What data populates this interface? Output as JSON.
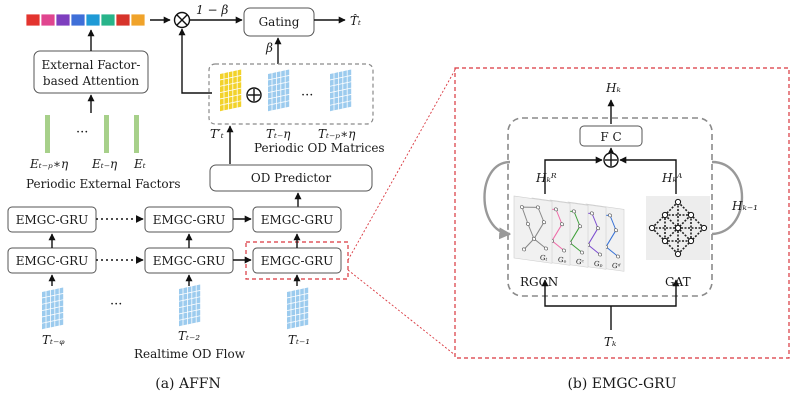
{
  "colors": {
    "arrow": "#111111",
    "box_border": "#555555",
    "dashed_red": "#d9363e",
    "dashed_gray": "#8a8a8a",
    "od_blue": "#9ccbee",
    "od_yellow": "#f2d22a",
    "factor_green": "#a7d08a",
    "band": [
      "#e3342f",
      "#e0458f",
      "#7e3fbf",
      "#3f6fd8",
      "#1f9ad6",
      "#28b48a",
      "#d7342b",
      "#f0a32a"
    ]
  },
  "left": {
    "external_attention": [
      "External Factor-",
      "based Attention"
    ],
    "factor_labels": [
      "Eₜ₋ₚ∗η",
      "Eₜ₋η",
      "Eₜ"
    ],
    "factor_dots": "···",
    "periodic_external_factors": "Periodic External Factors",
    "one_minus_beta": "1 − β",
    "gating": "Gating",
    "beta": "β",
    "t_hat": "T̂ₜ",
    "t_prime": "T′ₜ",
    "od_labels": [
      "Tₜ₋η",
      "Tₜ₋ₚ∗η"
    ],
    "od_dots": "···",
    "periodic_od_matrices": "Periodic OD Matrices",
    "od_predictor": "OD Predictor",
    "emgc_gru": "EMGC-GRU",
    "gru_dots": "···",
    "input_labels": [
      "Tₜ₋ᵩ",
      "Tₜ₋₂",
      "Tₜ₋₁"
    ],
    "input_dots": "···",
    "realtime_od_flow": "Realtime OD Flow",
    "caption": "(a) AFFN"
  },
  "right": {
    "h_k": "Hₖ",
    "fc": "F C",
    "h_k_r": "Hₖᴿ",
    "h_k_a": "Hₖᴬ",
    "h_k_minus_1": "Hₖ₋₁",
    "graph_labels": [
      "Gₜ",
      "Gₒ",
      "Gᶜ",
      "Gₚ",
      "Gᵈ"
    ],
    "rgcn": "RGCN",
    "gat": "GAT",
    "t_k": "Tₖ",
    "caption": "(b) EMGC-GRU"
  }
}
